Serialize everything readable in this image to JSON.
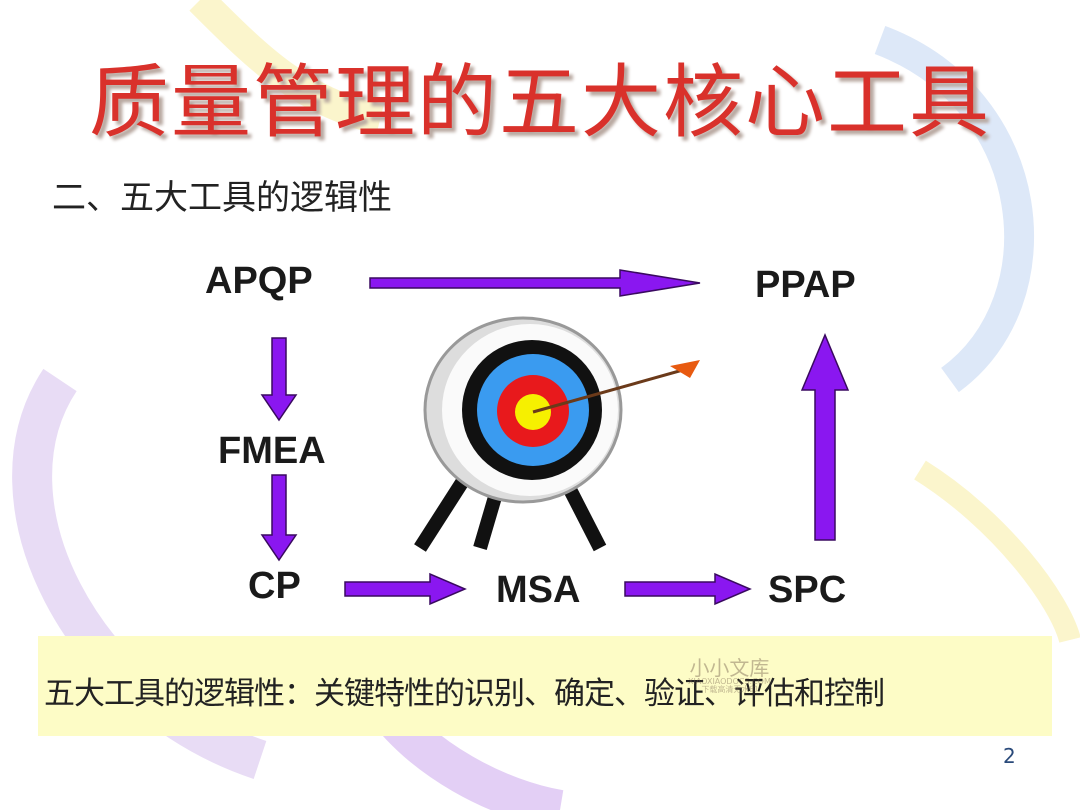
{
  "title": "质量管理的五大核心工具",
  "subtitle": "二、五大工具的逻辑性",
  "nodes": {
    "apqp": "APQP",
    "ppap": "PPAP",
    "fmea": "FMEA",
    "cp": "CP",
    "msa": "MSA",
    "spc": "SPC"
  },
  "colors": {
    "arrow": "#8a17f0",
    "title": "#d9312b",
    "banner": "#fdfcc6"
  },
  "banner": "五大工具的逻辑性：关键特性的识别、确定、验证、评估和控制",
  "watermark": {
    "name": "小小文库",
    "url": "XIAOXIAODOCS.COM",
    "note": "下载高清无水印"
  },
  "page_number": "2"
}
